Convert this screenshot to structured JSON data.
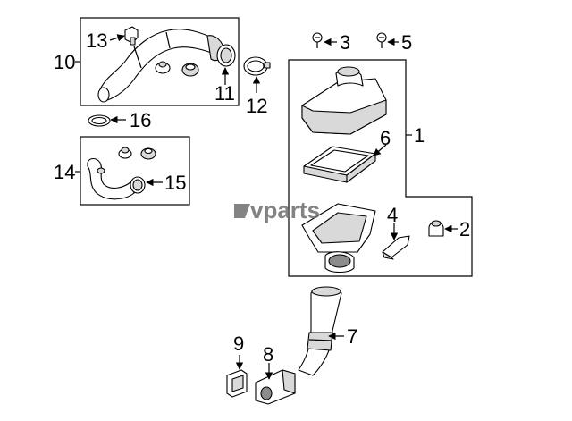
{
  "callouts": {
    "c1": "1",
    "c2": "2",
    "c3": "3",
    "c4": "4",
    "c5": "5",
    "c6": "6",
    "c7": "7",
    "c8": "8",
    "c9": "9",
    "c10": "10",
    "c11": "11",
    "c12": "12",
    "c13": "13",
    "c14": "14",
    "c15": "15",
    "c16": "16"
  },
  "watermark": {
    "text": "vparts",
    "color": "#6e6e6e"
  }
}
